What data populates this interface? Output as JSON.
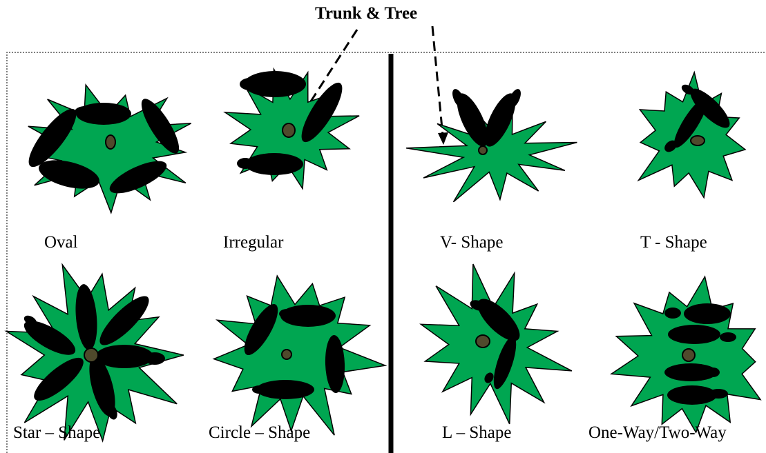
{
  "title": "Trunk & Tree",
  "colors": {
    "foliage": "#00a651",
    "branch": "#000000",
    "trunk": "#4f4a2c",
    "outline": "#000000"
  },
  "shapes": [
    {
      "key": "oval",
      "label": "Oval"
    },
    {
      "key": "irregular",
      "label": "Irregular"
    },
    {
      "key": "v-shape",
      "label": "V- Shape"
    },
    {
      "key": "t-shape",
      "label": "T - Shape"
    },
    {
      "key": "star-shape",
      "label": "Star – Shape"
    },
    {
      "key": "circle-shape",
      "label": "Circle – Shape"
    },
    {
      "key": "l-shape",
      "label": "L – Shape"
    },
    {
      "key": "one-two-way",
      "label": "One-Way/Two-Way"
    }
  ]
}
